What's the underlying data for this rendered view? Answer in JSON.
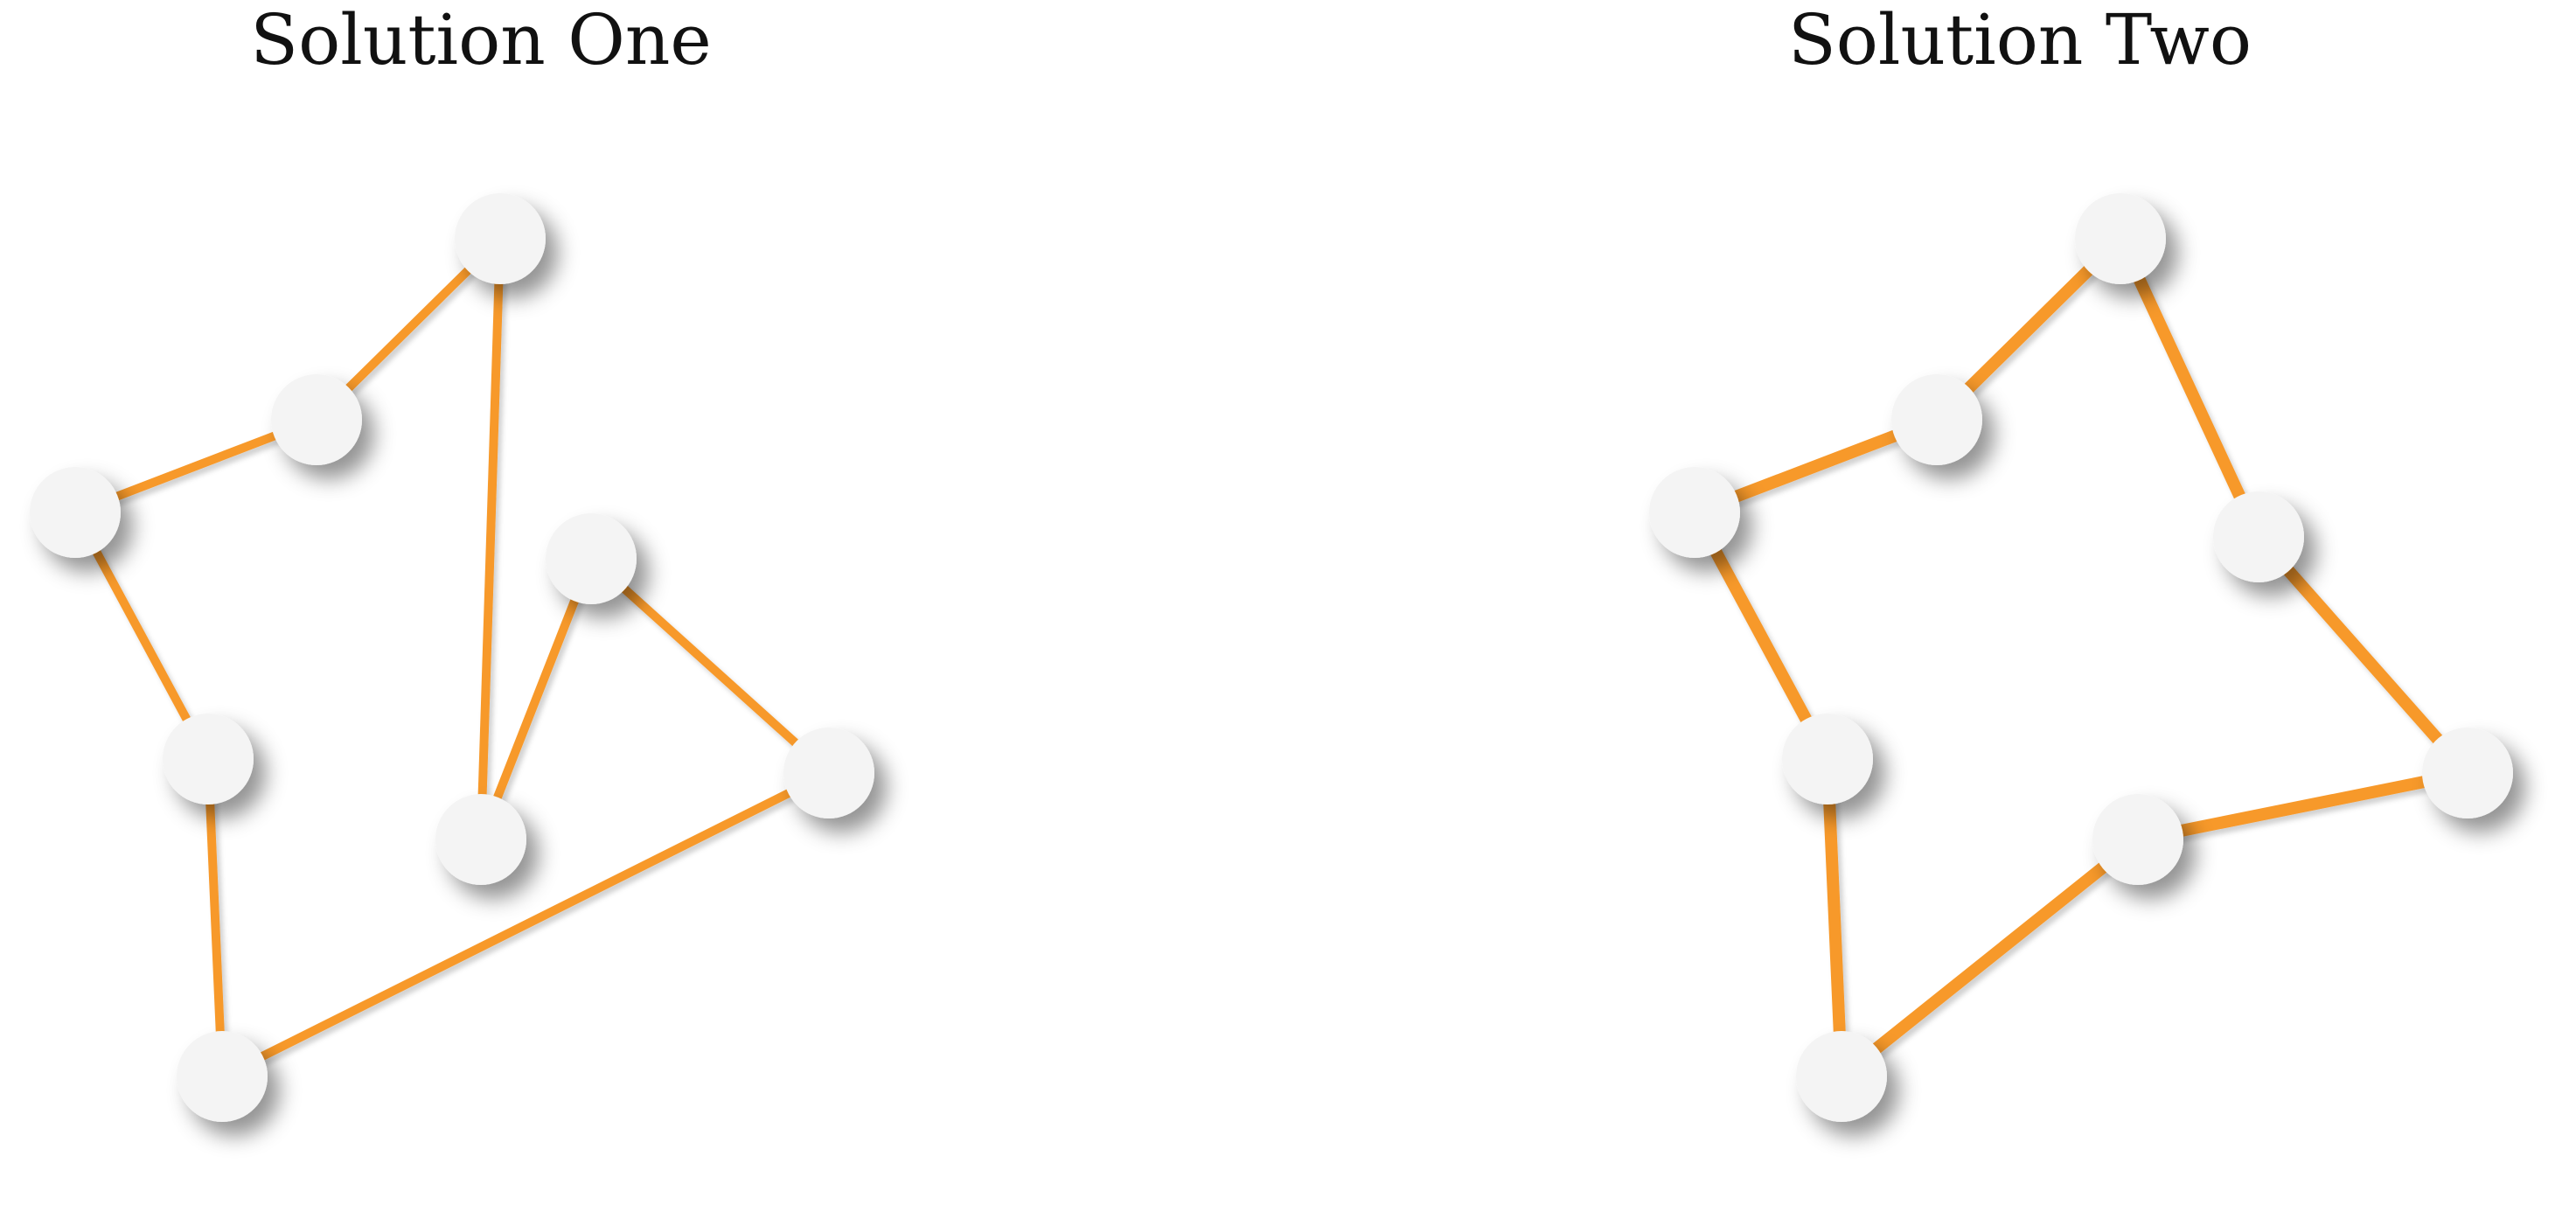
{
  "panels": [
    {
      "title": "Solution One",
      "edges": [
        [
          0,
          1
        ],
        [
          1,
          2
        ],
        [
          2,
          3
        ],
        [
          3,
          4
        ],
        [
          4,
          5
        ],
        [
          5,
          6
        ],
        [
          6,
          7
        ],
        [
          0,
          7
        ]
      ]
    },
    {
      "title": "Solution Two",
      "edges": [
        [
          0,
          1
        ],
        [
          1,
          2
        ],
        [
          2,
          3
        ],
        [
          3,
          4
        ],
        [
          4,
          7
        ],
        [
          7,
          5
        ],
        [
          5,
          6
        ],
        [
          6,
          0
        ]
      ]
    }
  ],
  "colors": {
    "edge": "#f7992c",
    "node_fill": "#f4f4f4",
    "background": "#ffffff"
  }
}
